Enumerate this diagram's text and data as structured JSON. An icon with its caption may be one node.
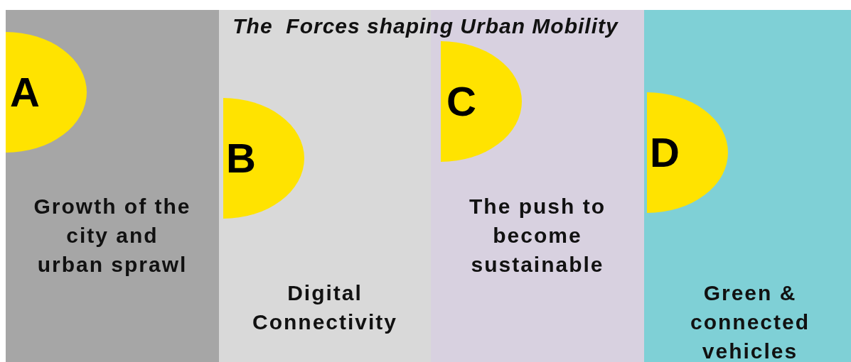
{
  "diagram": {
    "title": "The  Forces shaping Urban Mobility",
    "nodes": [
      {
        "text": [
          "Growth of the city and urban sprawl"
        ]
      },
      {
        "text": [
          "A"
        ],
        "in": 0
      },
      {
        "text": [
          "Digital Connectivity"
        ]
      },
      {
        "text": [
          "B"
        ],
        "in": 2
      },
      {
        "text": [
          "The push to become sustainable"
        ]
      },
      {
        "text": [
          "C"
        ],
        "in": 4
      },
      {
        "text": [
          "Green & connected vehicles"
        ]
      },
      {
        "text": [
          "D"
        ],
        "in": 6
      }
    ]
  }
}
